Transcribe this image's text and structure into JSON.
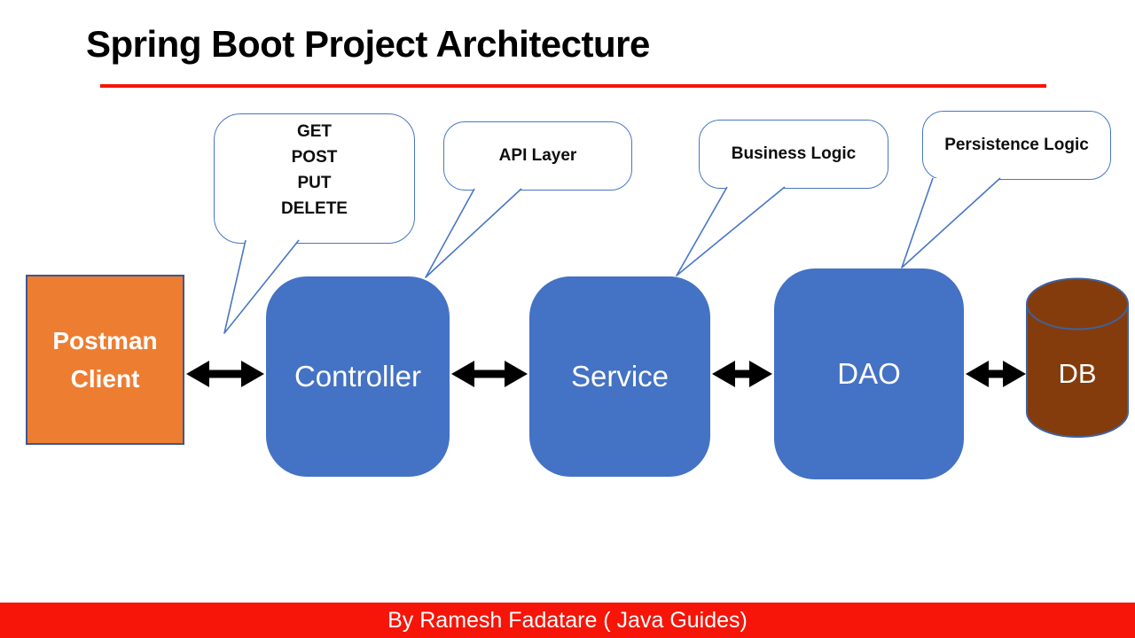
{
  "title": "Spring Boot Project Architecture",
  "callouts": {
    "http_methods": {
      "lines": [
        "GET",
        "POST",
        "PUT",
        "DELETE"
      ],
      "points_to": "client-controller connection"
    },
    "api_layer": {
      "label": "API Layer",
      "points_to": "controller"
    },
    "business_logic": {
      "label": "Business Logic",
      "points_to": "service"
    },
    "persistence_logic": {
      "label": "Persistence Logic",
      "points_to": "dao"
    }
  },
  "nodes": {
    "client": {
      "label": "Postman Client",
      "shape": "rectangle",
      "fill": "#ED7D31"
    },
    "controller": {
      "label": "Controller",
      "shape": "rounded-rectangle",
      "fill": "#4472C4"
    },
    "service": {
      "label": "Service",
      "shape": "rounded-rectangle",
      "fill": "#4472C4"
    },
    "dao": {
      "label": "DAO",
      "shape": "rounded-rectangle",
      "fill": "#4472C4"
    },
    "db": {
      "label": "DB",
      "shape": "cylinder",
      "fill": "#843C0C"
    }
  },
  "connections": [
    {
      "from": "client",
      "to": "controller",
      "style": "double-arrow"
    },
    {
      "from": "controller",
      "to": "service",
      "style": "double-arrow"
    },
    {
      "from": "service",
      "to": "dao",
      "style": "double-arrow"
    },
    {
      "from": "dao",
      "to": "db",
      "style": "double-arrow"
    }
  ],
  "footer": {
    "credit": "By Ramesh Fadatare ( Java Guides)"
  },
  "colors": {
    "accent_red": "#F61508",
    "box_blue": "#4472C4",
    "client_orange": "#ED7D31",
    "client_border_blue": "#3A5795",
    "db_brown": "#843C0C",
    "bubble_outline_blue": "#4776C6",
    "arrow_black": "#000000",
    "text_white": "#FFFFFF",
    "title_black": "#000000"
  }
}
